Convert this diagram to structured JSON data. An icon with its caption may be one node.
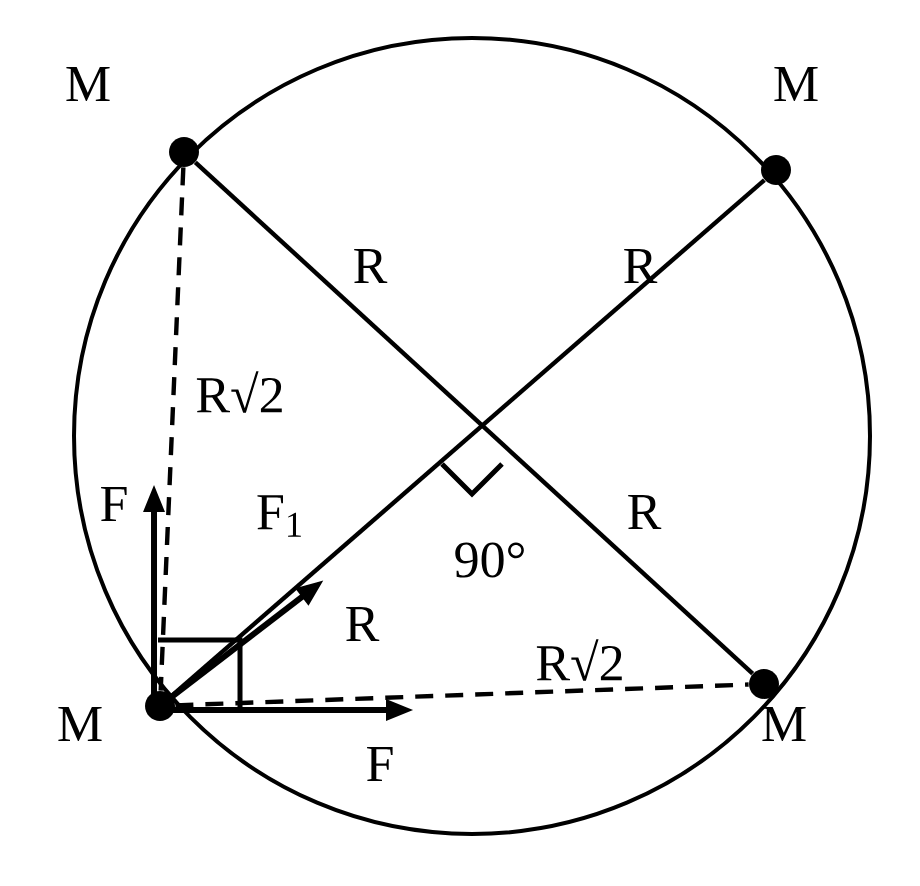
{
  "diagram": {
    "nodes": [
      {
        "text": [],
        "shape": "circle",
        "beside": [
          "M"
        ]
      },
      {
        "text": [],
        "shape": "circle",
        "beside": [
          "M"
        ]
      },
      {
        "text": [],
        "shape": "circle",
        "beside": [
          "M"
        ]
      },
      {
        "text": [],
        "shape": "circle",
        "beside": [
          "M"
        ]
      }
    ],
    "edges": [
      {
        "from": 0,
        "to": 3,
        "arrow": "none"
      },
      {
        "from": 2,
        "to": 1,
        "arrow": "none"
      },
      {
        "from": 0,
        "to": 2,
        "arrow": "none",
        "style": "dashed"
      },
      {
        "from": 2,
        "to": 3,
        "arrow": "none",
        "style": "dashed"
      }
    ],
    "labels": [
      "R",
      "R",
      "R√2",
      "F",
      "F$_{1}$",
      "R",
      "90°",
      "R",
      "R√2",
      "F"
    ]
  }
}
